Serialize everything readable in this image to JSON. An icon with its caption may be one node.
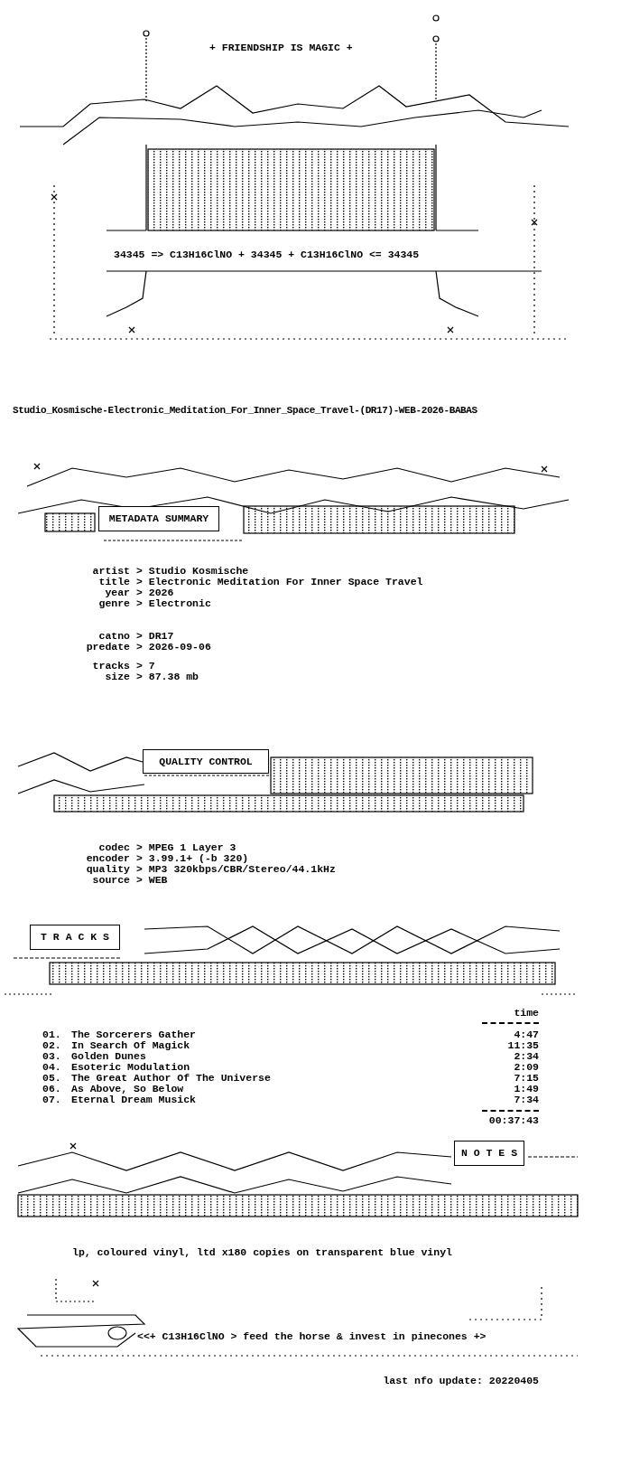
{
  "diagram": {
    "nodes": [
      {
        "text": [
          "METADATA SUMMARY"
        ]
      },
      {
        "text": [
          "QUALITY CONTROL"
        ]
      },
      {
        "text": [
          "T R A C K S"
        ]
      },
      {
        "text": [
          "N O T E S"
        ]
      }
    ],
    "labels": [
      "+ FRIENDSHIP IS MAGIC +",
      "34345 => C13H16ClNO + 34345 + C13H16ClNO <= 34345",
      "Studio_Kosmische-Electronic_Meditation_For_Inner_Space_Travel-(DR17)-WEB-2026-BABAS",
      "artist",
      "> Studio Kosmische",
      "title",
      "> Electronic Meditation For Inner Space Travel",
      "year",
      "> 2026",
      "genre",
      "> Electronic",
      "catno",
      "> DR17",
      "predate",
      "> 2026-09-06",
      "tracks",
      "> 7",
      "size",
      "> 87.38 mb",
      "codec",
      "> MPEG 1 Layer 3",
      "encoder",
      "> 3.99.1+ (-b 320)",
      "quality",
      "> MP3 320kbps/CBR/Stereo/44.1kHz",
      "source",
      "> WEB",
      "time",
      "01.",
      "The Sorcerers Gather",
      "4:47",
      "02.",
      "In Search Of Magick",
      "11:35",
      "03.",
      "Golden Dunes",
      "2:34",
      "04.",
      "Esoteric Modulation",
      "2:09",
      "05.",
      "The Great Author Of The Universe",
      "7:15",
      "06.",
      "As Above, So Below",
      "1:49",
      "07.",
      "Eternal Dream Musick",
      "7:34",
      "00:37:43",
      "lp, coloured vinyl, ltd x180 copies on transparent blue vinyl",
      "<<+ C13H16ClNO > feed the horse & invest in pinecones +>",
      "last nfo update: 20220405"
    ]
  }
}
